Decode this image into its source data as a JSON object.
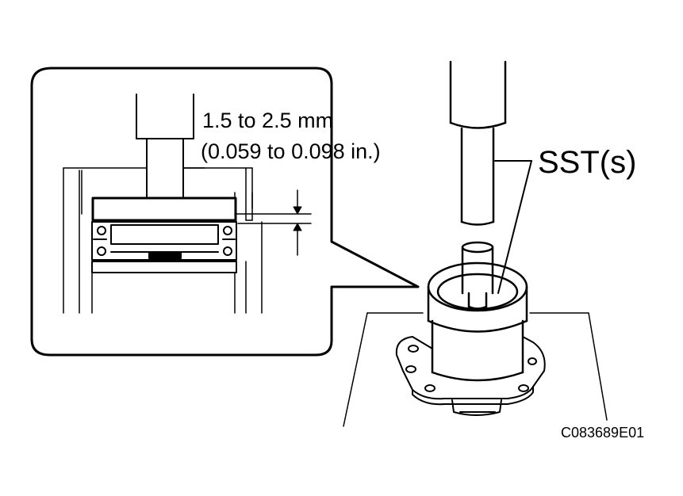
{
  "labels": {
    "dimension_mm": "1.5 to 2.5 mm",
    "dimension_in": "(0.059 to 0.098 in.)",
    "tool": "SST(s)",
    "figure_code": "C083689E01"
  },
  "colors": {
    "ink": "#000000",
    "paper": "#ffffff"
  }
}
